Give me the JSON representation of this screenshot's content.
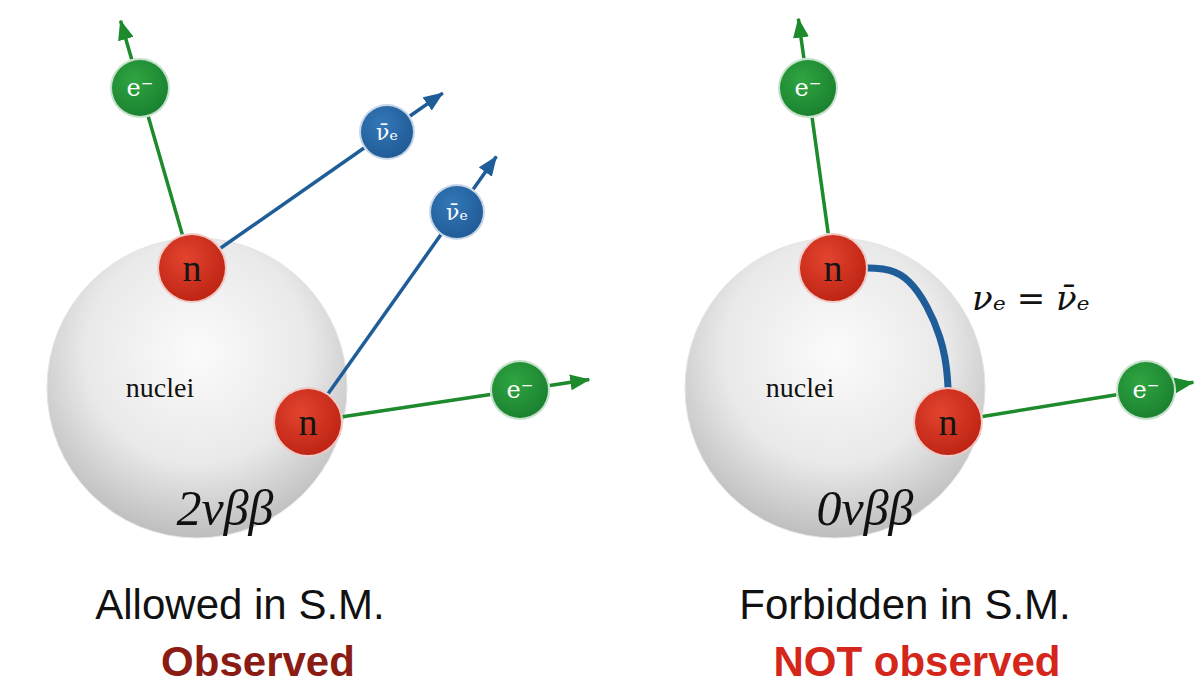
{
  "diagram": {
    "nodes": [
      {
        "text": [
          "nuclei",
          "2νββ"
        ]
      },
      {
        "text": [
          "n"
        ],
        "in": 0
      },
      {
        "text": [
          "n"
        ],
        "in": 0
      },
      {
        "text": [
          "e⁻"
        ]
      },
      {
        "text": [
          "ν̄ₑ"
        ]
      },
      {
        "text": [
          "ν̄ₑ"
        ]
      },
      {
        "text": [
          "e⁻"
        ]
      },
      {
        "text": [
          "nuclei",
          "0νββ"
        ]
      },
      {
        "text": [
          "n"
        ],
        "in": 7
      },
      {
        "text": [
          "n"
        ],
        "in": 7
      },
      {
        "text": [
          "e⁻"
        ]
      },
      {
        "text": [
          "e⁻"
        ]
      }
    ],
    "edges": [
      {
        "from": 1,
        "to": 3,
        "arrow": "to"
      },
      {
        "from": 1,
        "to": 4,
        "arrow": "to"
      },
      {
        "from": 2,
        "to": 5,
        "arrow": "to"
      },
      {
        "from": 2,
        "to": 6,
        "arrow": "to"
      },
      {
        "from": 8,
        "to": 10,
        "arrow": "to"
      },
      {
        "from": 9,
        "to": 11,
        "arrow": "to"
      },
      {
        "from": 8,
        "to": 9,
        "arrow": "none",
        "label": "νₑ = ν̄ₑ"
      }
    ],
    "labels": [
      "Allowed in S.M.",
      "Observed",
      "Forbidden in S.M.",
      "NOT observed"
    ]
  }
}
